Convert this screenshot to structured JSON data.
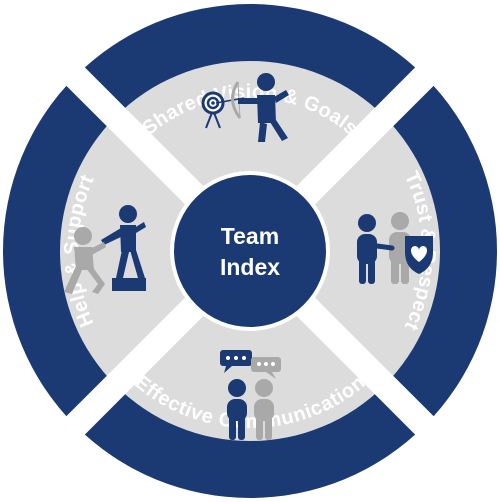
{
  "center": {
    "line1": "Team",
    "line2": "Index"
  },
  "segments": [
    {
      "label": "Shared Vision & Goals",
      "icon": "archer-target-icon"
    },
    {
      "label": "Trust & Respect",
      "icon": "shield-heart-people-icon"
    },
    {
      "label": "Effective Communication",
      "icon": "chat-people-icon"
    },
    {
      "label": "Help & Support",
      "icon": "helping-hand-icon"
    }
  ],
  "colors": {
    "navy": "#1b3a73",
    "panel": "#dcdcdd",
    "gray_figure": "#a9a9aa",
    "white": "#ffffff"
  }
}
